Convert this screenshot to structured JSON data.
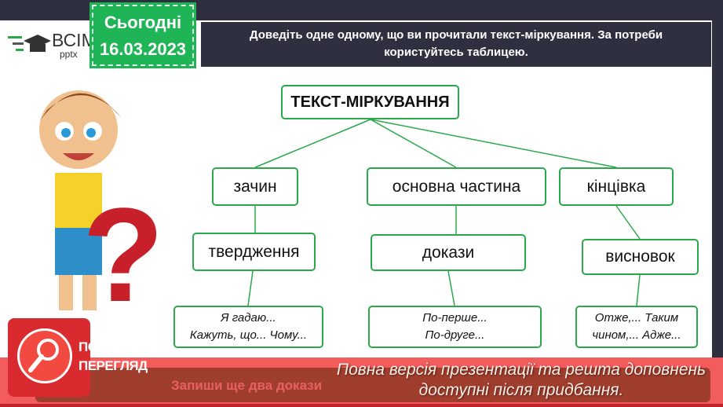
{
  "logo": {
    "title": "ВСІМ",
    "subtitle": "pptx"
  },
  "date": {
    "label": "Сьогодні",
    "value": "16.03.2023"
  },
  "task": "Доведіть одне одному, що ви прочитали текст-міркування. За потреби користуйтесь таблицею.",
  "diagram": {
    "root": "ТЕКСТ-МІРКУВАННЯ",
    "parts": [
      {
        "label": "зачин",
        "sub": "твердження",
        "examples": [
          "Я гадаю...",
          "Кажуть, що... Чому..."
        ]
      },
      {
        "label": "основна частина",
        "sub": "докази",
        "examples": [
          "По-перше...",
          "По-друге..."
        ]
      },
      {
        "label": "кінцівка",
        "sub": "висновок",
        "examples": [
          "Отже,... Таким",
          "чином,... Адже..."
        ]
      }
    ]
  },
  "hidden_task": "Запиши ще два докази",
  "preview": {
    "badge": "ПОПЕРЕДНІЙ ПЕРЕГЛЯД",
    "notice_line1": "Повна версія презентації та решта доповнень",
    "notice_line2": "доступні після придбання."
  },
  "colors": {
    "accent": "#1fb455",
    "dark": "#2e3040",
    "preview": "#f35c5c"
  }
}
